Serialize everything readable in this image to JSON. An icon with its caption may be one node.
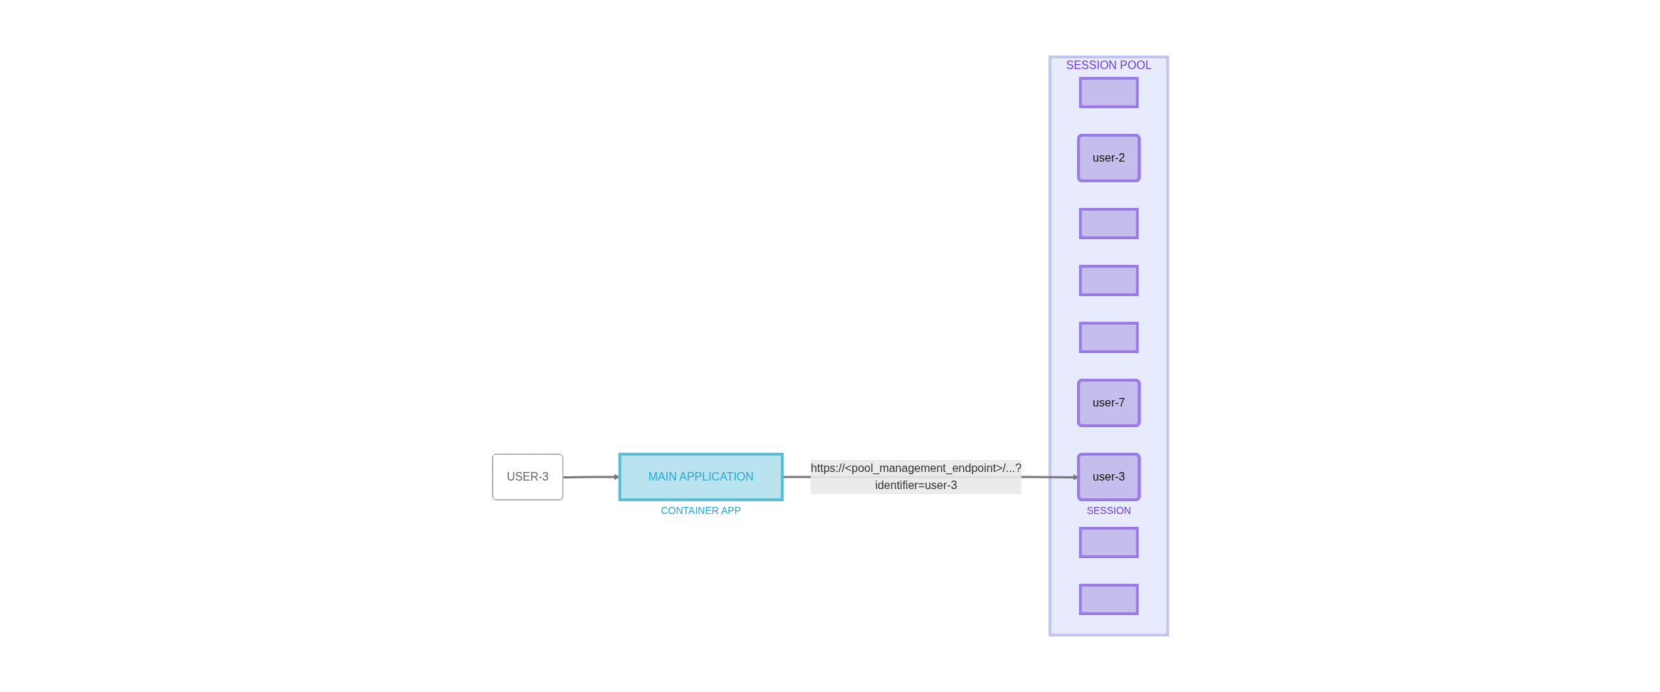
{
  "diagram": {
    "nodes": [
      {
        "text": [
          "USER-3"
        ]
      },
      {
        "text": [
          "MAIN APPLICATION"
        ],
        "beside": [
          "CONTAINER APP"
        ]
      },
      {
        "text": [
          "SESSION POOL"
        ]
      },
      {
        "text": [],
        "shape": "box",
        "in": 2
      },
      {
        "text": [
          "user-2"
        ],
        "in": 2
      },
      {
        "text": [],
        "shape": "box",
        "in": 2
      },
      {
        "text": [],
        "shape": "box",
        "in": 2
      },
      {
        "text": [],
        "shape": "box",
        "in": 2
      },
      {
        "text": [
          "user-7"
        ],
        "in": 2
      },
      {
        "text": [
          "user-3"
        ],
        "beside": [
          "SESSION"
        ],
        "in": 2
      },
      {
        "text": [],
        "shape": "box",
        "in": 2
      },
      {
        "text": [],
        "shape": "box",
        "in": 2
      }
    ],
    "edges": [
      {
        "from": 0,
        "to": 1,
        "arrow": "to"
      },
      {
        "from": 1,
        "to": 9,
        "arrow": "to",
        "label": "https://<pool_management_endpoint>/...?identifier=user-3"
      }
    ]
  }
}
